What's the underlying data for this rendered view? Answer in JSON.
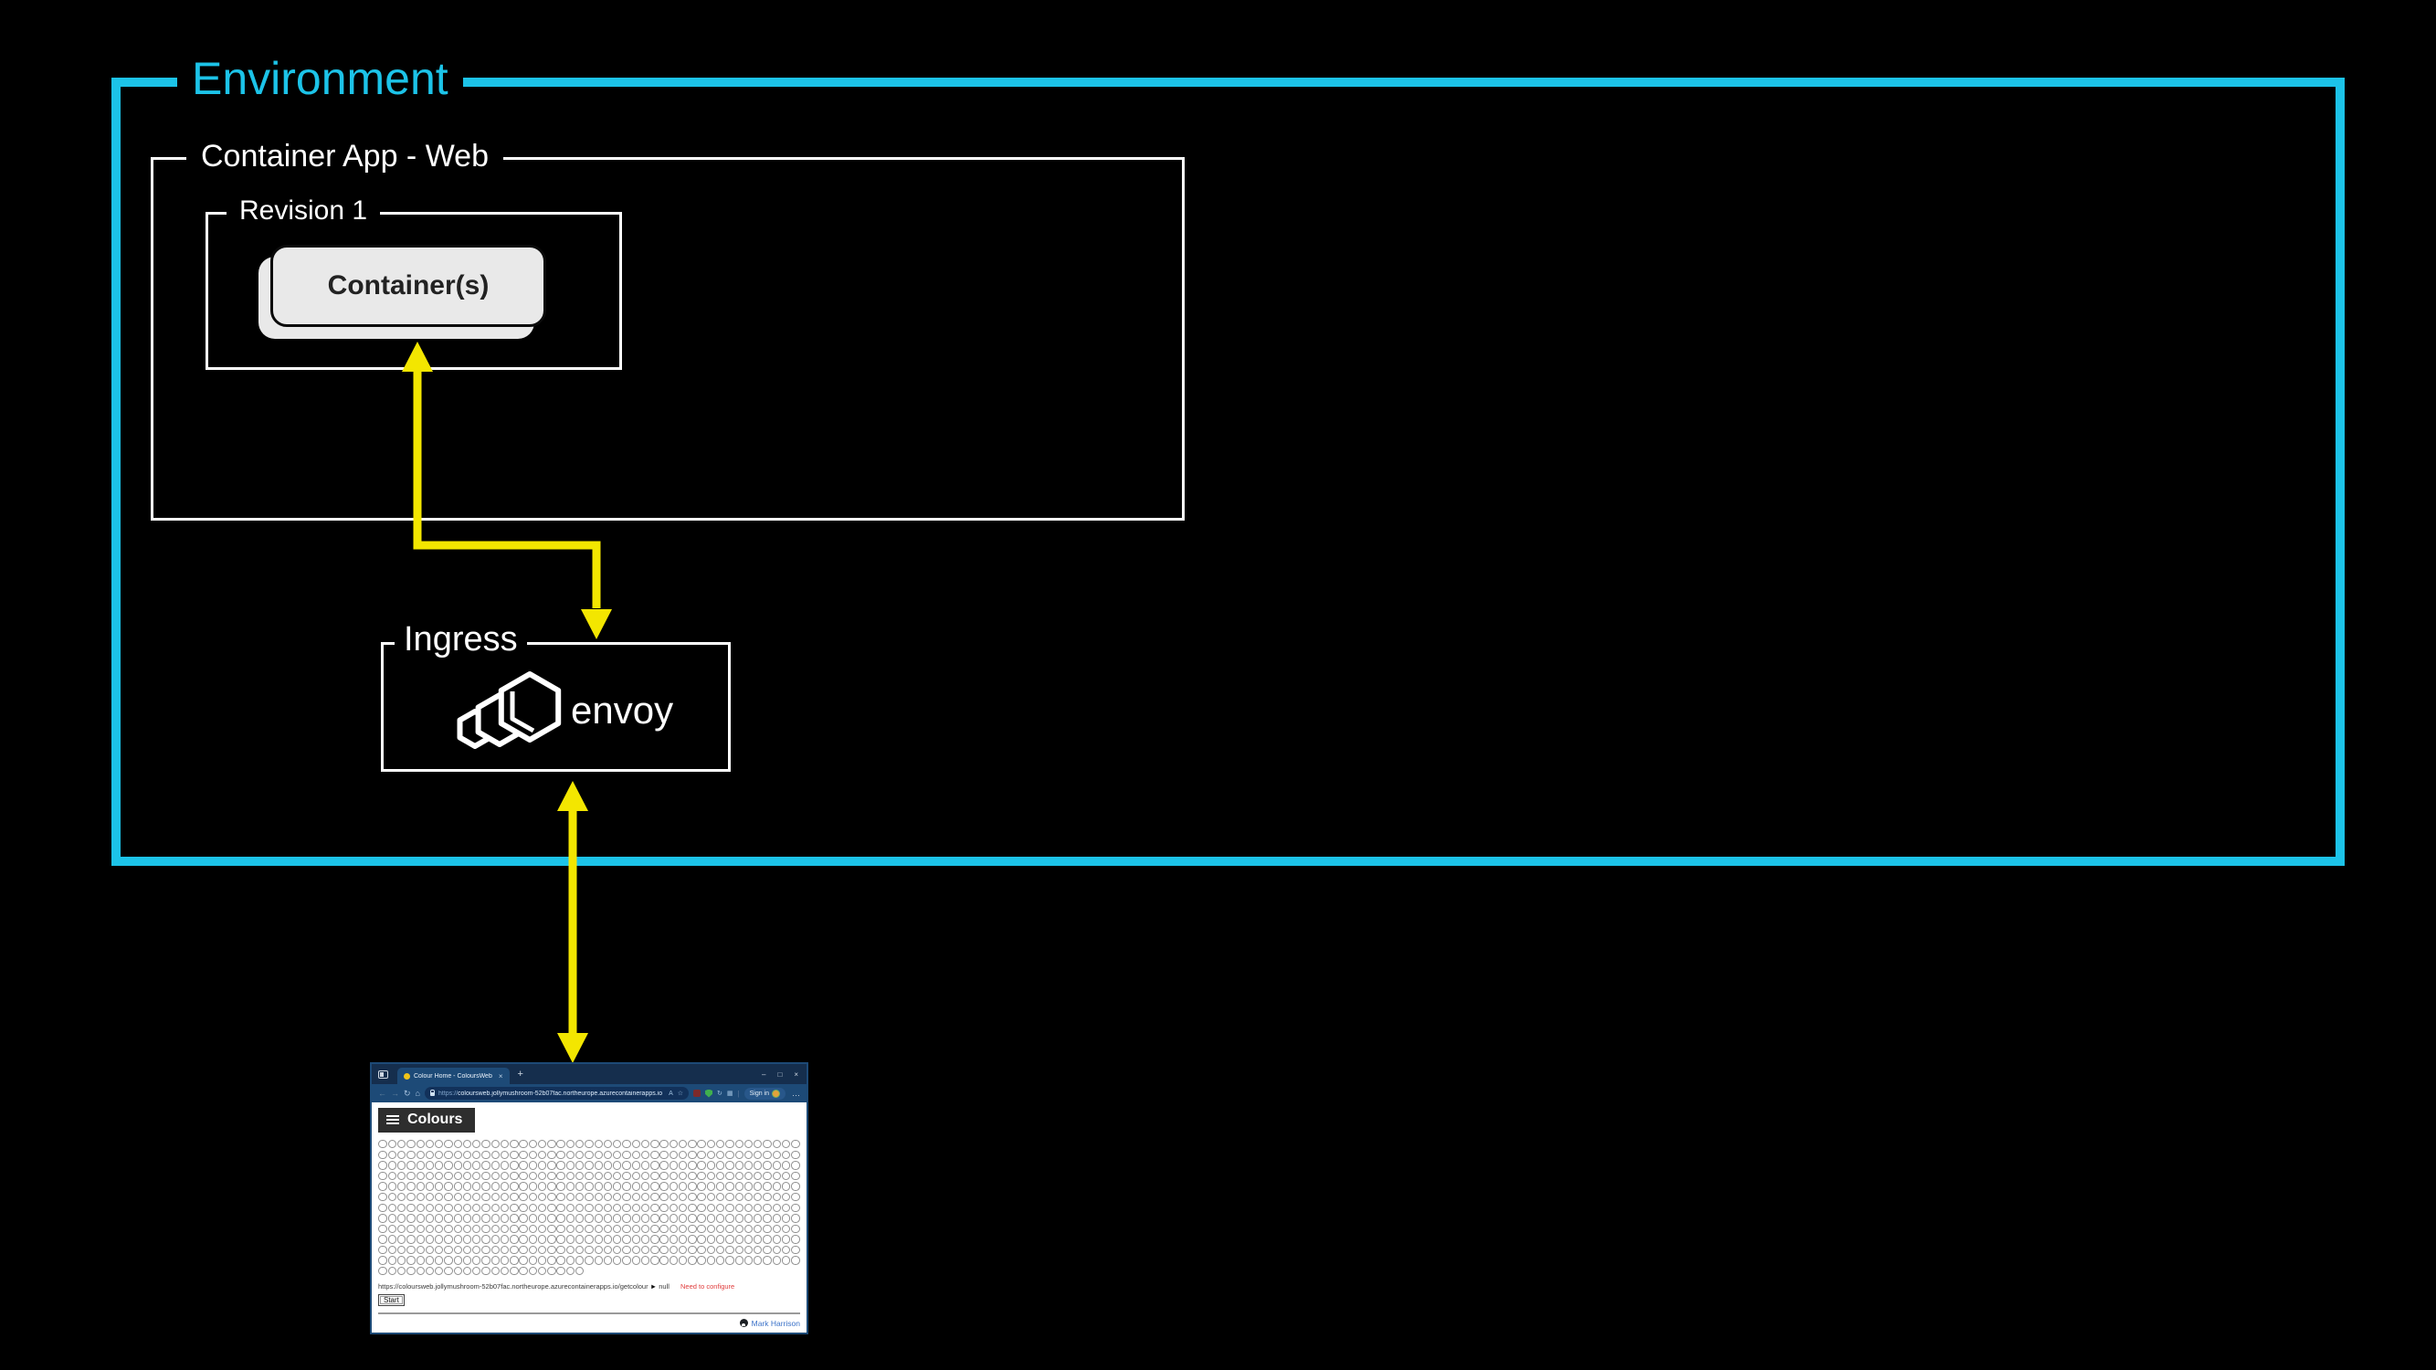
{
  "diagram": {
    "environment": {
      "label": "Environment",
      "accent_color": "#1cc3e8"
    },
    "container_app": {
      "label": "Container App - Web"
    },
    "revision": {
      "label": "Revision 1"
    },
    "containers": {
      "label": "Container(s)"
    },
    "ingress": {
      "label": "Ingress",
      "logo_text": "envoy"
    },
    "arrow_color": "#f3e600"
  },
  "browser": {
    "tab": {
      "title": "Colour Home - ColoursWeb"
    },
    "icons": {
      "close_tab": "×",
      "new_tab": "+",
      "minimize": "–",
      "maximize": "□",
      "close_window": "×",
      "back": "←",
      "forward": "→",
      "refresh": "↻",
      "home": "⌂",
      "read_aloud": "A",
      "favorite_star": "☆",
      "collections": "▦",
      "sync": "↻",
      "separator": "|",
      "more": "…"
    },
    "address": {
      "scheme": "https://",
      "host": "coloursweb.jollymushroom-52b07fac.northeurope.azurecontainerapps.io"
    },
    "signin": {
      "label": "Sign in"
    },
    "app": {
      "title": "Colours",
      "circle_count": 562,
      "status": {
        "url": "https://coloursweb.jollymushroom-52b07fac.northeurope.azurecontainerapps.io/getcolour",
        "pointer": "►",
        "value": "null",
        "warning": "Need to configure"
      },
      "start_label": "Start",
      "footer_author": "Mark Harrison"
    }
  }
}
